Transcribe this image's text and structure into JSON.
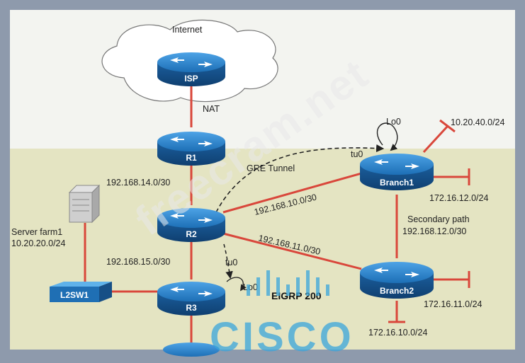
{
  "cloud": {
    "label": "Internet"
  },
  "devices": {
    "isp": "ISP",
    "r1": "R1",
    "r2": "R2",
    "r3": "R3",
    "branch1": "Branch1",
    "branch2": "Branch2",
    "l2sw1": "L2SW1"
  },
  "links": {
    "nat": "NAT",
    "gre_tunnel": "GRE Tunnel",
    "r1_r2": "192.168.14.0/30",
    "r2_branch1": "192.168.10.0/30",
    "r2_branch2": "192.168.11.0/30",
    "r2_r3": "192.168.15.0/30",
    "secondary_path": "Secondary path",
    "secondary_net": "192.168.12.0/30"
  },
  "interfaces": {
    "lo0_branch1": "Lo0",
    "tu0_branch1": "tu0",
    "tu0_r2": "tu0",
    "lo0_r3": "Lo0"
  },
  "networks": {
    "branch1_lo": "10.20.40.0/24",
    "branch1_lan": "172.16.12.0/24",
    "branch2_lan_right": "172.16.11.0/24",
    "branch2_lan_bottom": "172.16.10.0/24",
    "server_farm_name": "Server farm1",
    "server_farm_net": "10.20.20.0/24"
  },
  "routing": {
    "eigrp": "EIGRP 200"
  },
  "watermarks": {
    "site": "freecram.net",
    "logo": "CISCO"
  },
  "colors": {
    "router_blue": "#1f78c4",
    "link_red": "#d9473b",
    "bg_top": "#f4f5f2",
    "bg_bottom": "#e6e6c3"
  }
}
